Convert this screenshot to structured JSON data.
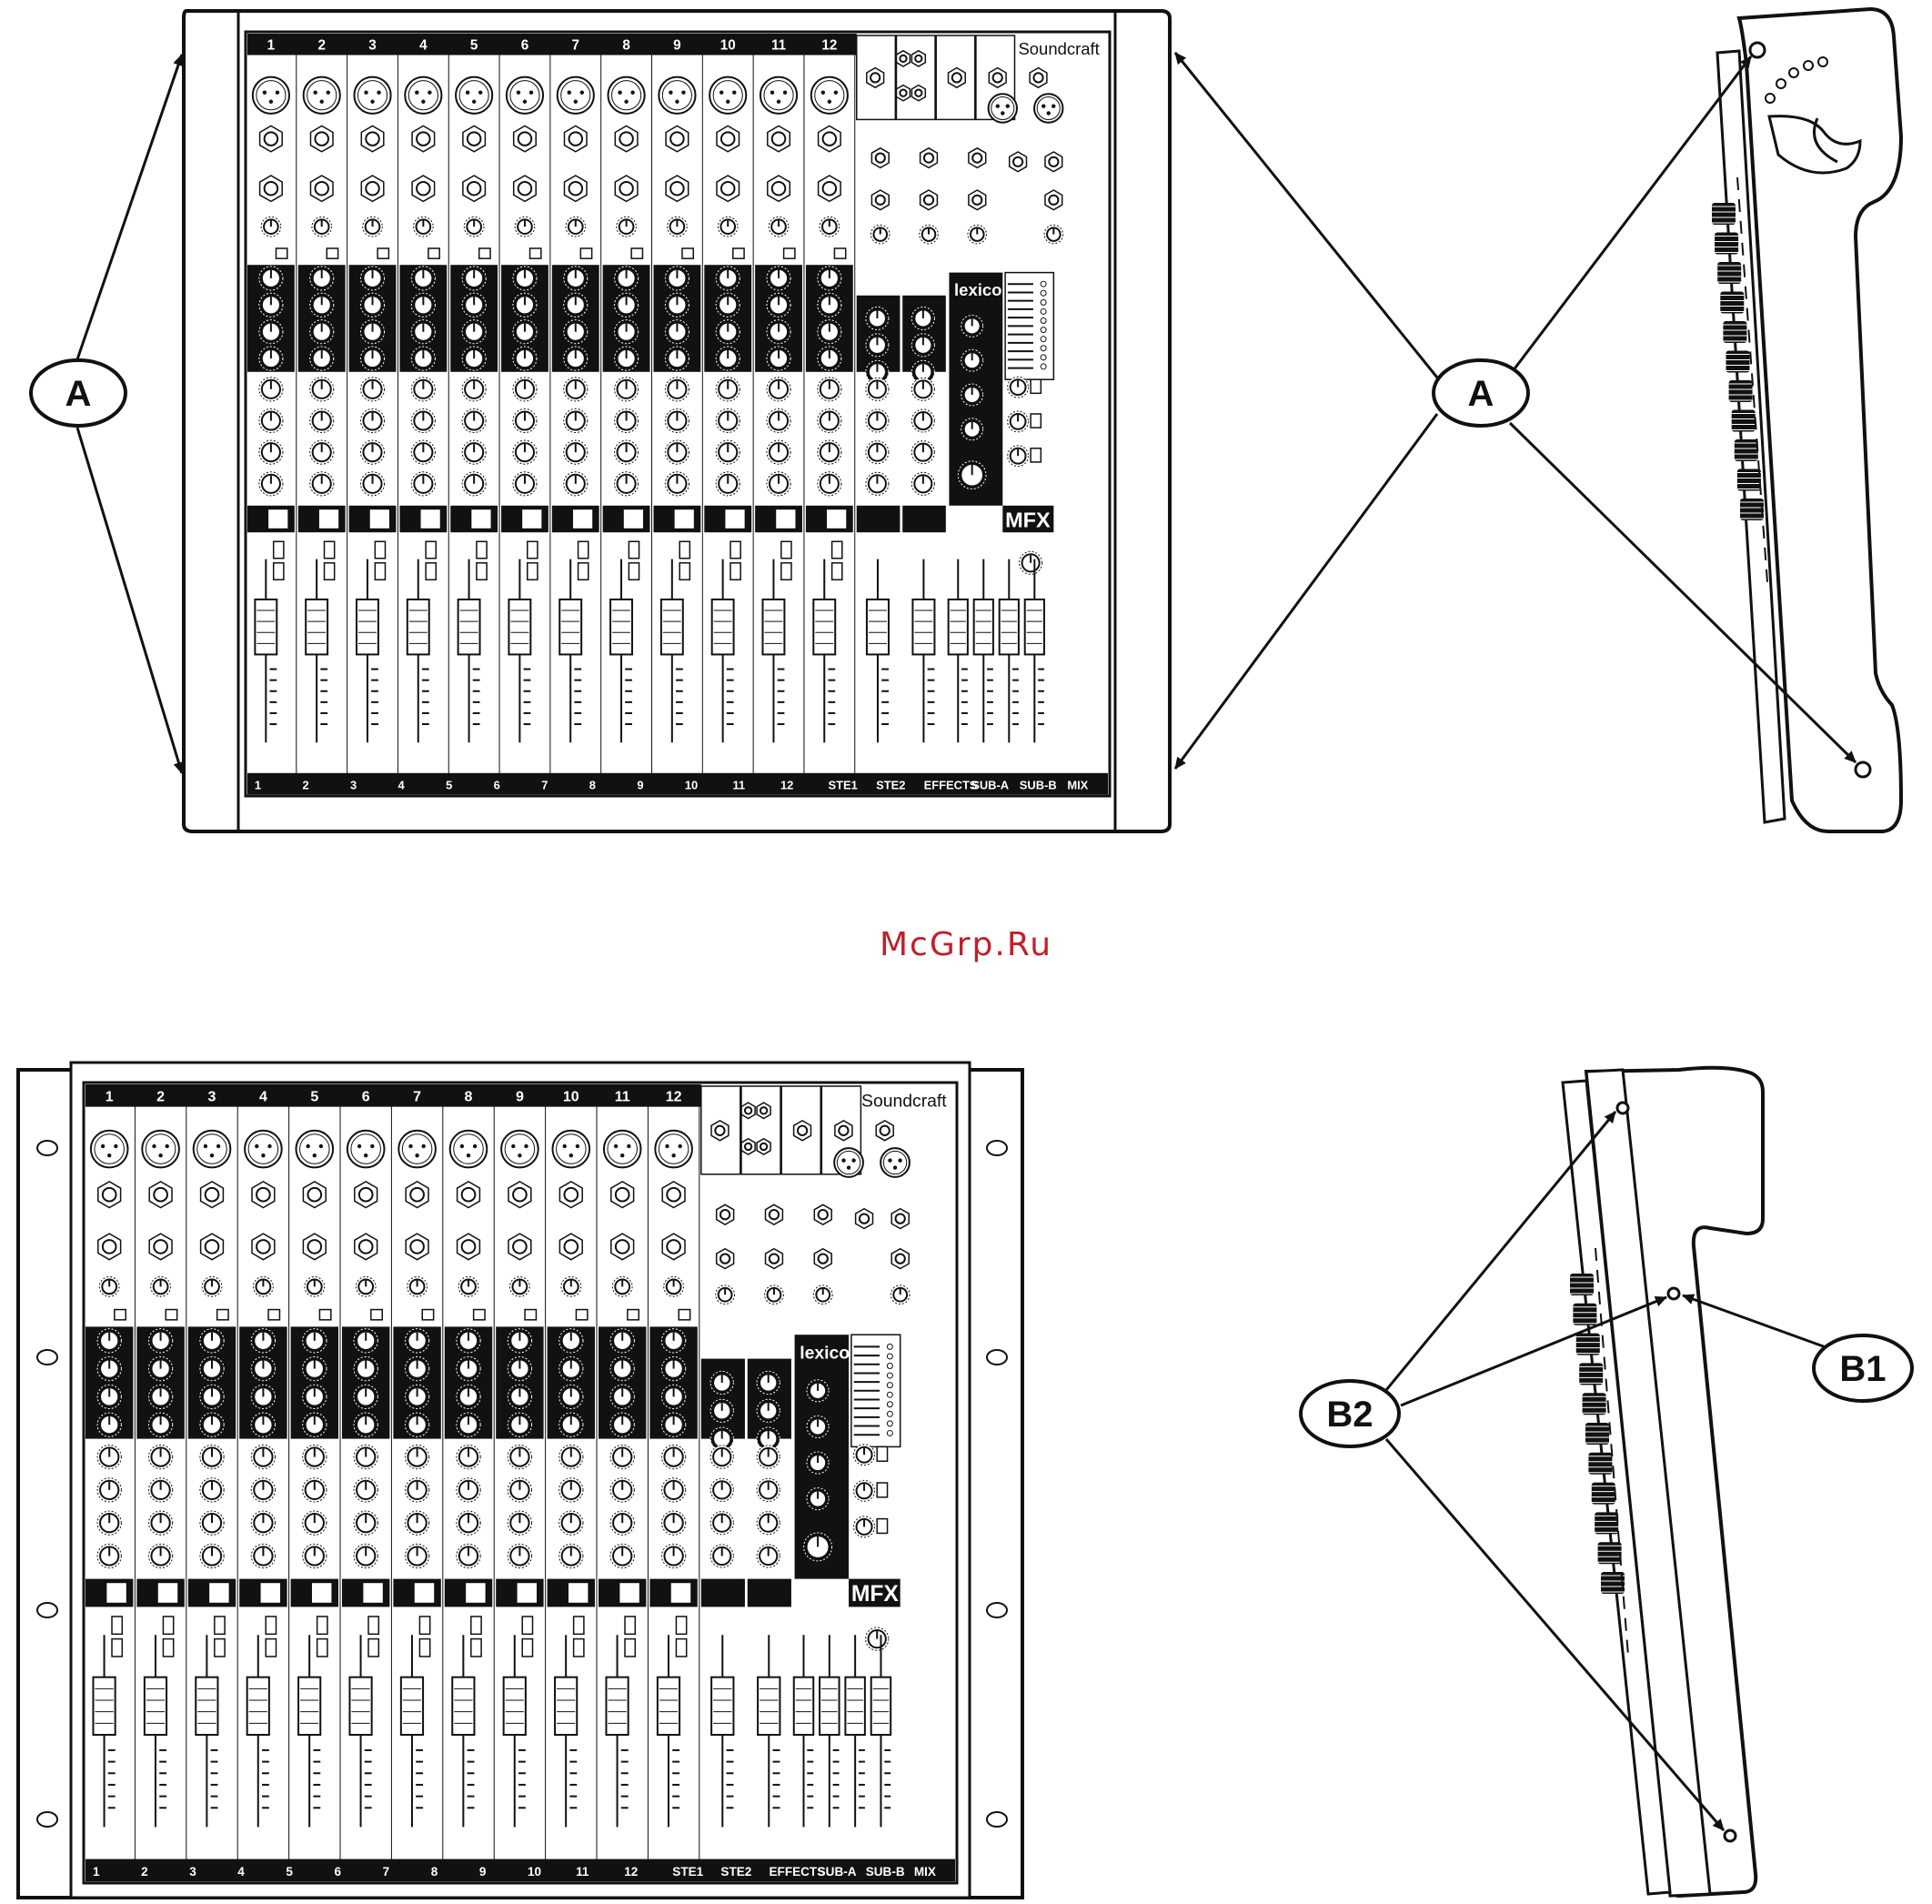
{
  "watermark": "McGrp.Ru",
  "callouts": {
    "a_left": "A",
    "a_right": "A",
    "b1": "B1",
    "b2": "B2"
  },
  "mixer": {
    "brand": "Soundcraft",
    "effects_brand": "lexicon",
    "model_badge": "MFX",
    "mono_channels": [
      "1",
      "2",
      "3",
      "4",
      "5",
      "6",
      "7",
      "8",
      "9",
      "10",
      "11",
      "12"
    ],
    "bottom_strip": [
      "1",
      "2",
      "3",
      "4",
      "5",
      "6",
      "7",
      "8",
      "9",
      "10",
      "11",
      "12",
      "STE1",
      "STE2",
      "EFFECTS",
      "SUB-A",
      "SUB-B",
      "MIX"
    ]
  },
  "colors": {
    "ink": "#111111",
    "paper": "#ffffff",
    "watermark": "#c0202a"
  }
}
